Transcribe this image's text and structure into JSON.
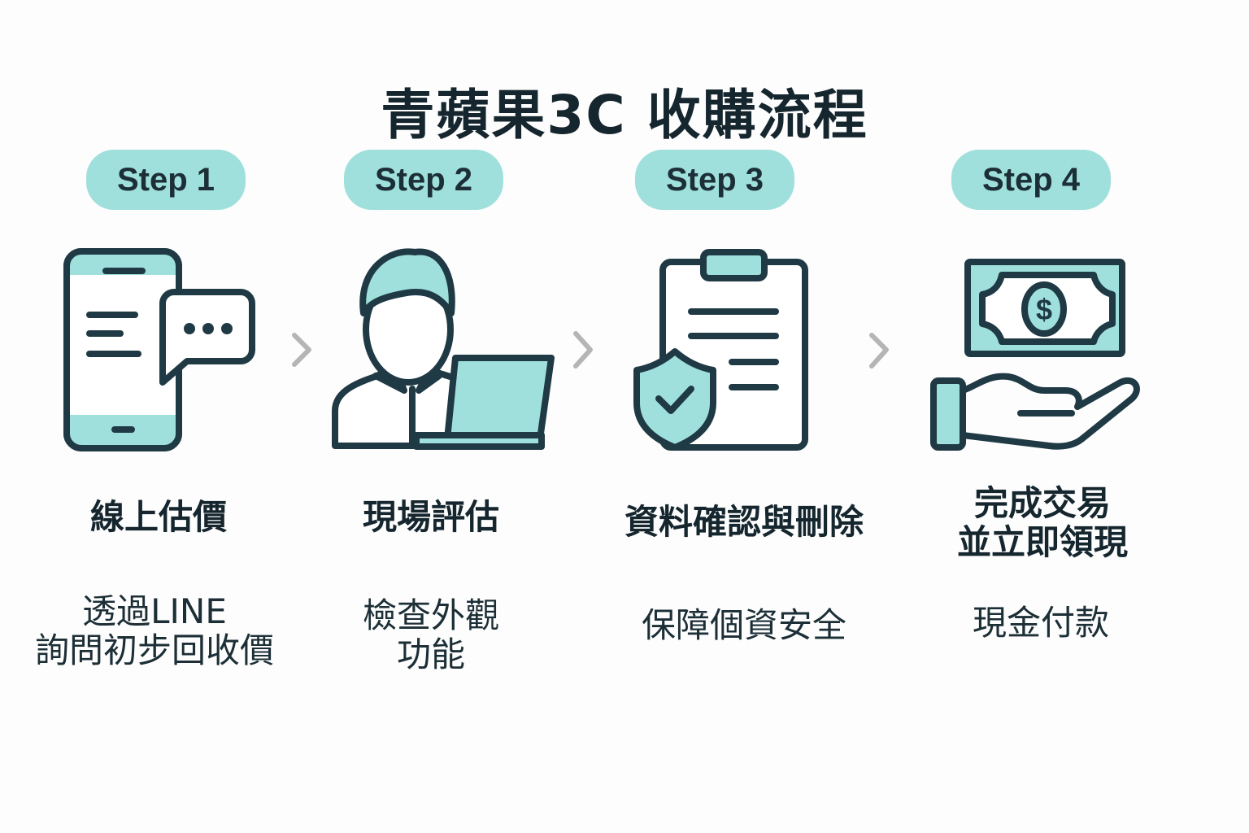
{
  "title": "青蘋果3C 收購流程",
  "colors": {
    "accent": "#9fe0dc",
    "stroke": "#1f3a44",
    "chevron": "#b5b5b5"
  },
  "steps": [
    {
      "label": "Step 1",
      "icon": "phone-chat-icon",
      "heading": [
        "線上估價"
      ],
      "description": [
        "透過LINE",
        "詢問初步回收價"
      ]
    },
    {
      "label": "Step 2",
      "icon": "person-laptop-icon",
      "heading": [
        "現場評估"
      ],
      "description": [
        "檢查外觀",
        "功能"
      ]
    },
    {
      "label": "Step 3",
      "icon": "clipboard-shield-icon",
      "heading": [
        "資料確認與刪除"
      ],
      "description": [
        "保障個資安全"
      ]
    },
    {
      "label": "Step 4",
      "icon": "hand-money-icon",
      "heading": [
        "完成交易",
        "並立即領現"
      ],
      "description": [
        "現金付款"
      ]
    }
  ],
  "money_symbol": "$"
}
